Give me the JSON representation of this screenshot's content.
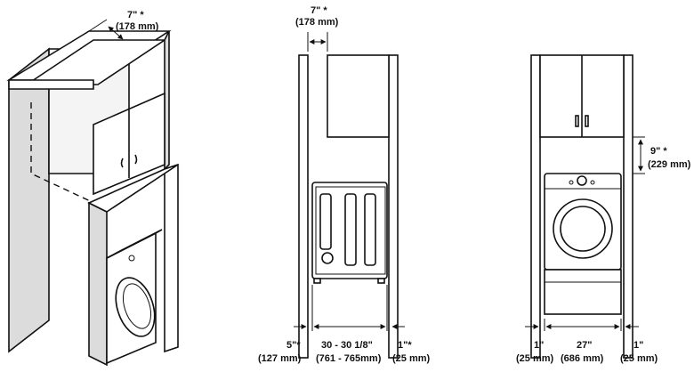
{
  "iso_view": {
    "depth_top": {
      "value": "7\" *",
      "metric": "(178 mm)"
    }
  },
  "side_view": {
    "depth_top": {
      "value": "7\" *",
      "metric": "(178 mm)"
    },
    "rear_gap": {
      "value": "5\"*",
      "metric": "(127 mm)"
    },
    "dryer_depth": {
      "value": "30 - 30 1/8\"",
      "metric": "(761 - 765mm)"
    },
    "front_gap": {
      "value": "1\"*",
      "metric": "(25 mm)"
    }
  },
  "front_view": {
    "top_clearance": {
      "value": "9\" *",
      "metric": "(229 mm)"
    },
    "left_gap": {
      "value": "1\"",
      "metric": "(25 mm)"
    },
    "dryer_width": {
      "value": "27\"",
      "metric": "(686 mm)"
    },
    "right_gap": {
      "value": "1\"",
      "metric": "(25 mm)"
    }
  }
}
